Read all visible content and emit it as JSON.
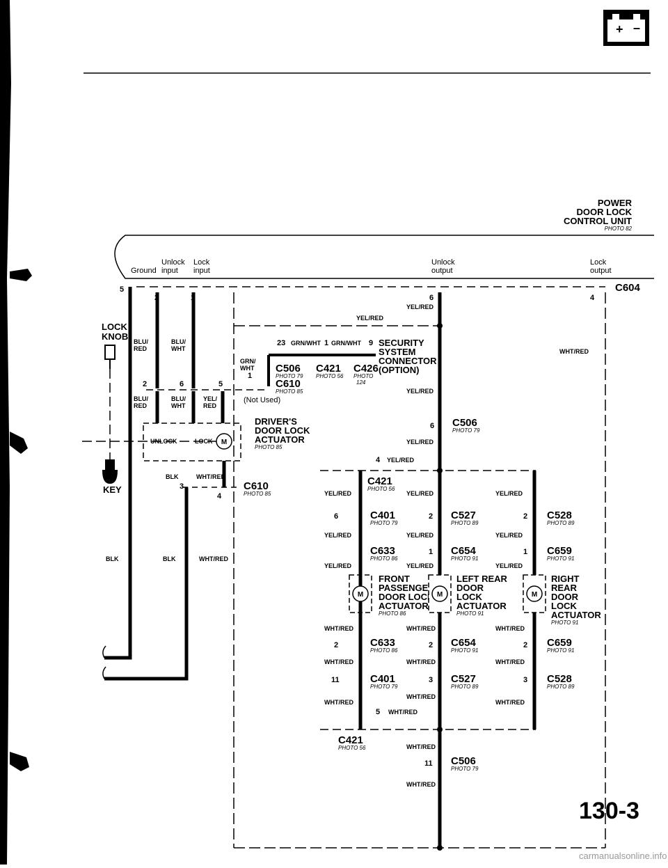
{
  "page_number": "130-3",
  "watermark": "carmanualsonline.info",
  "battery_icon": "battery-icon",
  "control_unit": {
    "name_line1": "POWER",
    "name_line2": "DOOR LOCK",
    "name_line3": "CONTROL UNIT",
    "photo": "PHOTO 82",
    "ground": "Ground",
    "unlock_input_1": "Unlock",
    "unlock_input_2": "input",
    "lock_input_1": "Lock",
    "lock_input_2": "input",
    "unlock_output_1": "Unlock",
    "unlock_output_2": "output",
    "lock_output_1": "Lock",
    "lock_output_2": "output",
    "connector": "C604"
  },
  "pins": {
    "p5": "5",
    "p2": "2",
    "p1": "1",
    "p6": "6",
    "p4": "4",
    "s2": "2",
    "s6": "6",
    "s5": "5",
    "s1": "1",
    "p3": "3",
    "p4b": "4",
    "p23": "23",
    "p1b": "1",
    "p9": "9"
  },
  "wires": {
    "blu_red": [
      "BLU/",
      "RED"
    ],
    "blu_wht": [
      "BLU/",
      "WHT"
    ],
    "yel_red_split": [
      "YEL/",
      "RED"
    ],
    "grn_wht_split": [
      "GRN/",
      "WHT"
    ],
    "grn_wht": "GRN/WHT",
    "yel_red": "YEL/RED",
    "wht_red": "WHT/RED",
    "blk": "BLK"
  },
  "lock_knob": [
    "LOCK",
    "KNOB"
  ],
  "key": "KEY",
  "unlock_label": "UNLOCK",
  "lock_label": "LOCK",
  "not_used": "(Not Used)",
  "security": {
    "line1": "SECURITY",
    "line2": "SYSTEM",
    "line3": "CONNECTOR",
    "line4": "(OPTION)"
  },
  "connectors": {
    "c506": "C506",
    "c421": "C421",
    "c426": "C426",
    "c610": "C610",
    "c401": "C401",
    "c527": "C527",
    "c528": "C528",
    "c633": "C633",
    "c654": "C654",
    "c659": "C659"
  },
  "photos": {
    "p79": "PHOTO 79",
    "p56": "PHOTO 56",
    "p124_a": "PHOTO",
    "p124_b": "124",
    "p85": "PHOTO 85",
    "p89": "PHOTO 89",
    "p86": "PHOTO 86",
    "p91": "PHOTO 91"
  },
  "actuators": {
    "driver": [
      "DRIVER'S",
      "DOOR LOCK",
      "ACTUATOR"
    ],
    "front_pass": [
      "FRONT",
      "PASSENGER'S",
      "DOOR LOCK",
      "ACTUATOR"
    ],
    "left_rear": [
      "LEFT REAR",
      "DOOR",
      "LOCK",
      "ACTUATOR"
    ],
    "right_rear": [
      "RIGHT",
      "REAR",
      "DOOR",
      "LOCK",
      "ACTUATOR"
    ],
    "motor": "M"
  }
}
